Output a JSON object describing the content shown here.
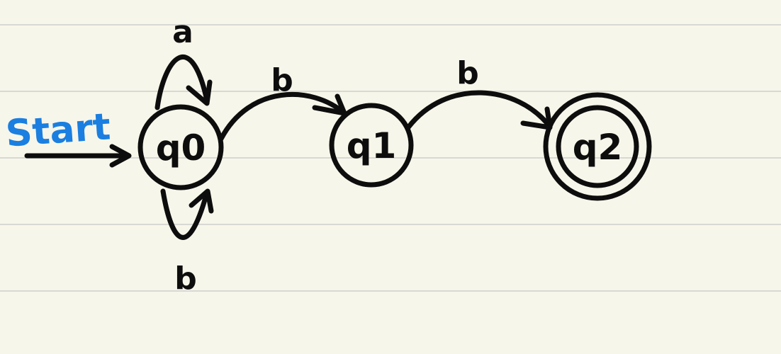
{
  "start_label": "Start",
  "start_color": "#1a7fe0",
  "ink_color": "#0d0d0d",
  "paper_color": "#f7f6ea",
  "states": [
    {
      "id": "q0",
      "label": "q0",
      "accepting": false,
      "initial": true
    },
    {
      "id": "q1",
      "label": "q1",
      "accepting": false,
      "initial": false
    },
    {
      "id": "q2",
      "label": "q2",
      "accepting": true,
      "initial": false
    }
  ],
  "transitions": [
    {
      "from": "q0",
      "to": "q0",
      "symbol": "a"
    },
    {
      "from": "q0",
      "to": "q0",
      "symbol": "b"
    },
    {
      "from": "q0",
      "to": "q1",
      "symbol": "b"
    },
    {
      "from": "q1",
      "to": "q2",
      "symbol": "b"
    }
  ]
}
